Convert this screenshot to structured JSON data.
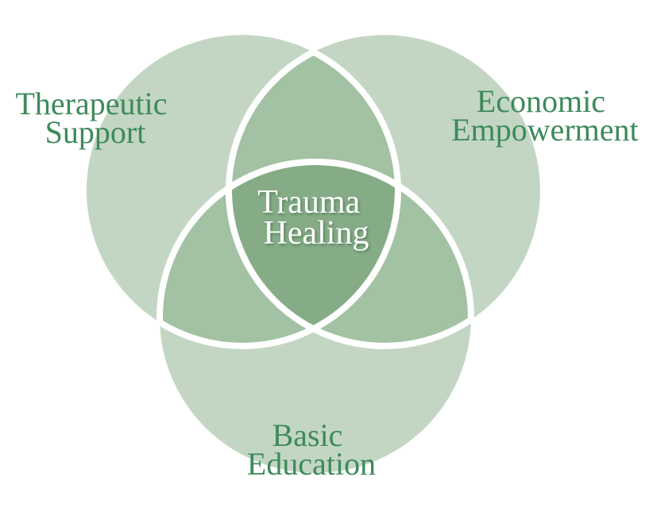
{
  "diagram": {
    "type": "venn",
    "sets": [
      {
        "id": "therapeutic",
        "label_lines": [
          "Therapeutic",
          "Support"
        ]
      },
      {
        "id": "economic",
        "label_lines": [
          "Economic",
          "Empowerment"
        ]
      },
      {
        "id": "education",
        "label_lines": [
          "Basic",
          "Education"
        ]
      }
    ],
    "center": {
      "label_lines": [
        "Trauma",
        "Healing"
      ]
    },
    "colors": {
      "single_region": "#c3d6c3",
      "pair_region": "#a3c1a3",
      "center_region": "#85ac86",
      "outline": "#ffffff",
      "set_label": "#3d8a5a",
      "center_label": "#ffffff"
    }
  }
}
